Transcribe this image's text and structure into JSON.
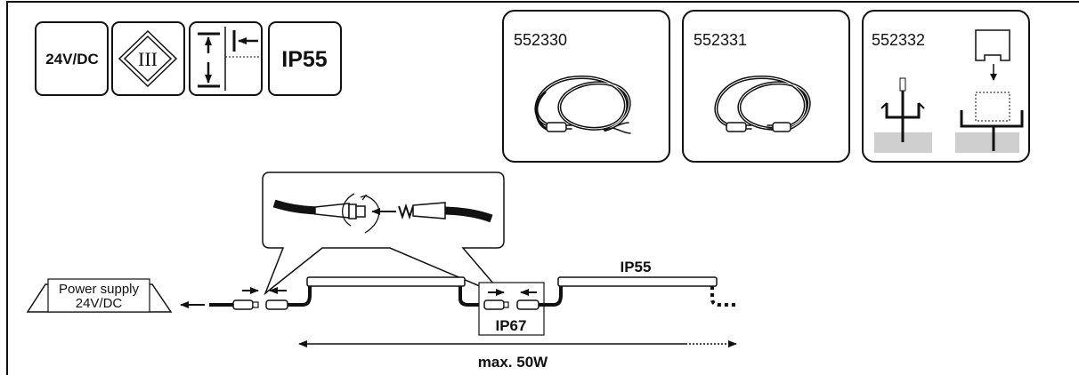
{
  "symbols": {
    "voltage": "24V/DC",
    "protection_class": "III",
    "ip_rating": "IP55"
  },
  "accessories": [
    {
      "code": "552330"
    },
    {
      "code": "552331"
    },
    {
      "code": "552332"
    }
  ],
  "installation": {
    "power_supply_line1": "Power supply",
    "power_supply_line2": "24V/DC",
    "strip_ip": "IP55",
    "connector_ip": "IP67",
    "max_power": "max. 50W"
  }
}
